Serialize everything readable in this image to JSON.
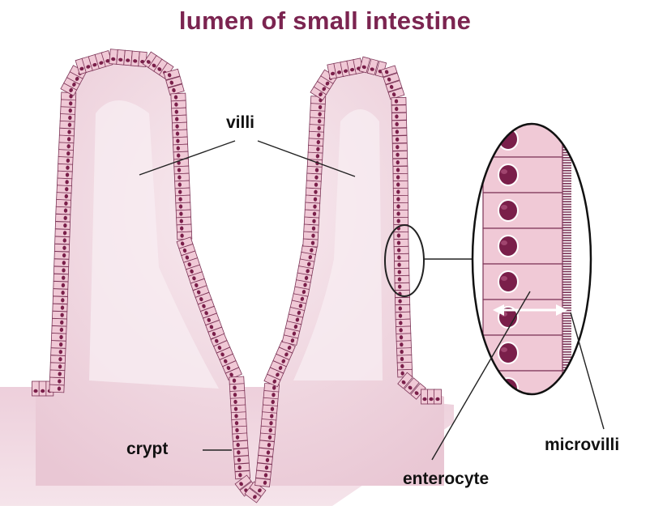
{
  "title": "lumen of small intestine",
  "labels": {
    "villi": "villi",
    "crypt": "crypt",
    "microvilli": "microvilli",
    "enterocyte": "enterocyte"
  },
  "colors": {
    "title": "#7b2450",
    "tissue": "#f3dfe6",
    "tissue_deep": "#e6bfcd",
    "cell_fill": "#f0c9d6",
    "cell_stroke": "#7b3356",
    "nucleus": "#7a1f4a",
    "label_text": "#111111",
    "arrow": "#ffffff"
  }
}
